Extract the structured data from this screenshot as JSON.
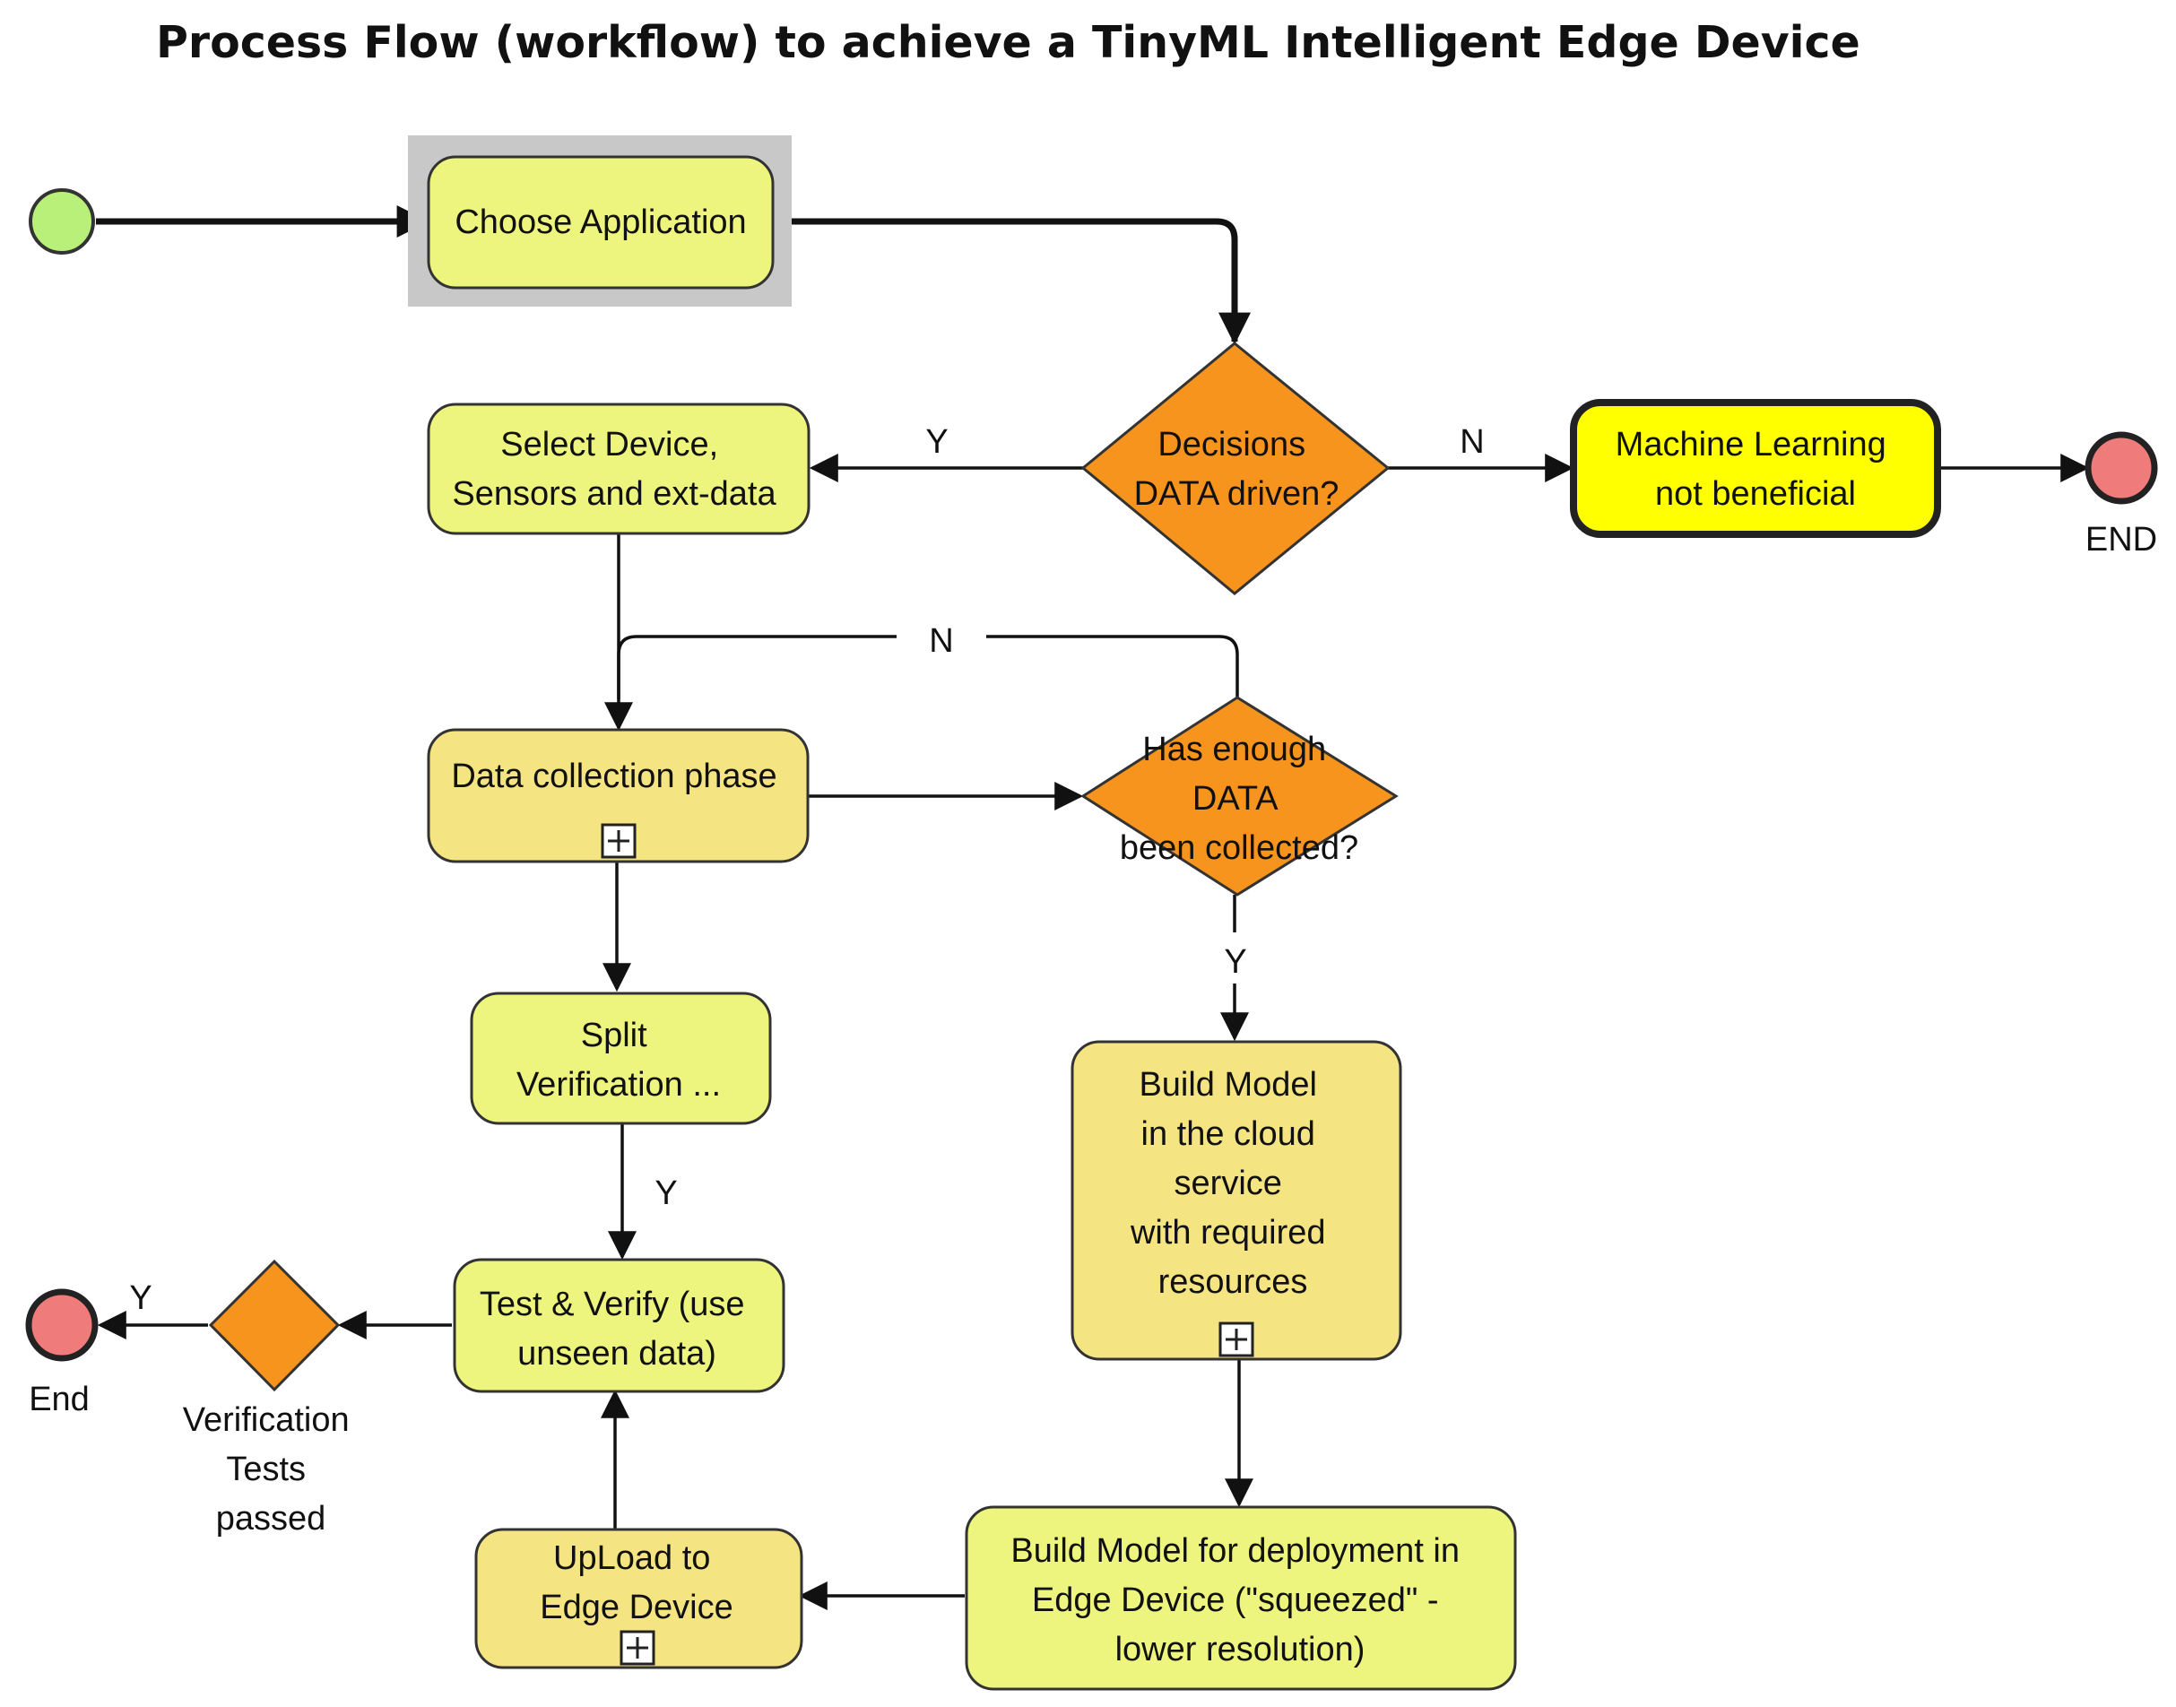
{
  "title": "Process Flow (workflow) to achieve a TinyML Intelligent Edge Device",
  "colors": {
    "task_light": "#eef57e",
    "task_sub": "#f5e482",
    "task_highlight": "#ffff00",
    "gateway": "#f7941d",
    "start_event": "#b8f07a",
    "end_event": "#f07b7b",
    "selection_box": "#c8c8c8"
  },
  "events": {
    "start": {
      "label": ""
    },
    "end_top": {
      "label": "END"
    },
    "end_left": {
      "label": "End"
    }
  },
  "tasks": {
    "choose_application": {
      "lines": [
        "Choose Application"
      ]
    },
    "select_device": {
      "lines": [
        "Select Device,",
        "Sensors and ext-data"
      ]
    },
    "ml_not_beneficial": {
      "lines": [
        "Machine Learning",
        "not beneficial"
      ]
    },
    "data_collection": {
      "lines": [
        "Data collection phase"
      ],
      "subprocess": true
    },
    "split_verification": {
      "lines": [
        "Split",
        "Verification ..."
      ]
    },
    "build_model_cloud": {
      "lines": [
        "Build Model",
        "in the cloud",
        "service",
        "with required",
        "resources"
      ],
      "subprocess": true
    },
    "test_verify": {
      "lines": [
        "Test & Verify (use",
        "unseen data)"
      ]
    },
    "upload_edge": {
      "lines": [
        "UpLoad to",
        "Edge Device"
      ],
      "subprocess": true
    },
    "build_model_deploy": {
      "lines": [
        "Build Model for deployment in",
        "Edge Device (\"squeezed\" -",
        "lower resolution)"
      ]
    }
  },
  "gateways": {
    "data_driven": {
      "lines": [
        "Decisions",
        "DATA driven?"
      ]
    },
    "enough_data": {
      "lines": [
        "Has enough",
        "DATA",
        "been collected?"
      ]
    },
    "verification_passed": {
      "lines": [
        "Verification",
        "Tests",
        "passed"
      ]
    }
  },
  "edge_labels": {
    "data_driven_yes": "Y",
    "data_driven_no": "N",
    "enough_data_no": "N",
    "enough_data_yes": "Y",
    "split_to_test": "Y",
    "verification_yes": "Y"
  }
}
